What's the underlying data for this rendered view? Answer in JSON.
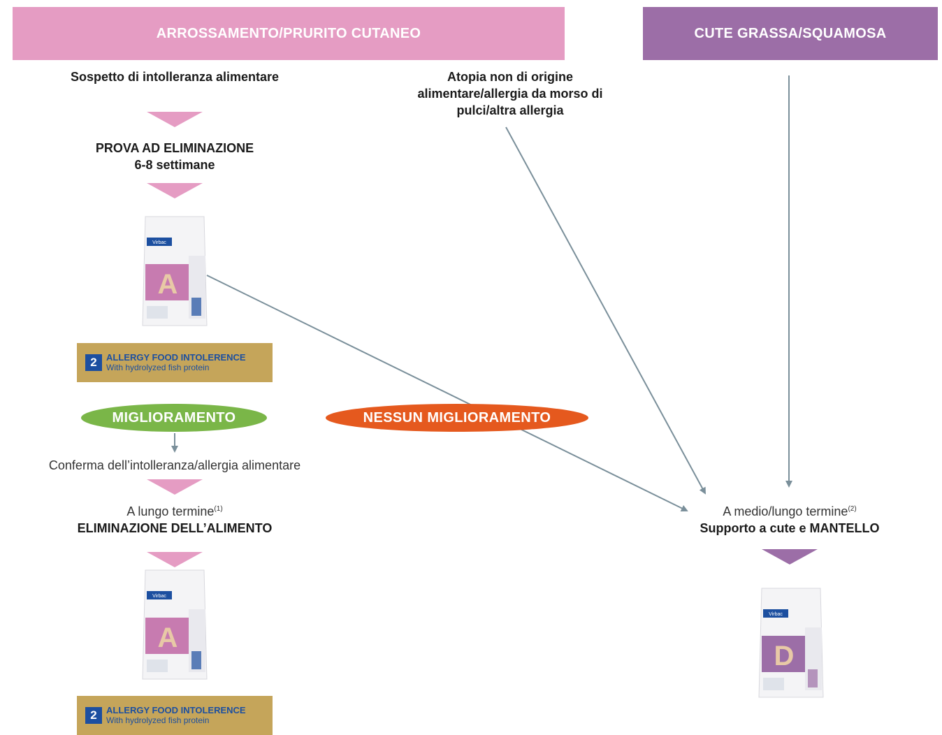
{
  "headers": {
    "left": "ARROSSAMENTO/PRURITO CUTANEO",
    "right": "CUTE GRASSA/SQUAMOSA"
  },
  "left_column": {
    "suspect": "Sospetto di intolleranza alimentare",
    "trial_title": "PROVA AD ELIMINAZIONE",
    "trial_duration": "6-8 settimane",
    "product_badge": {
      "number": "2",
      "name": "ALLERGY FOOD INTOLERENCE",
      "subtitle": "With hydrolyzed fish protein"
    },
    "improvement_label": "MIGLIORAMENTO",
    "confirmation": "Conferma dell’intolleranza/allergia alimentare",
    "long_term_label": "A lungo termine",
    "long_term_note": "(1)",
    "elimination": "ELIMINAZIONE DELL’ALIMENTO",
    "product_badge_bottom": {
      "number": "2",
      "name": "ALLERGY FOOD INTOLERENCE",
      "subtitle": "With hydrolyzed fish protein"
    }
  },
  "middle": {
    "atopy": "Atopia non di origine alimentare/allergia da morso di pulci/altra allergia",
    "no_improvement_label": "NESSUN MIGLIORAMENTO"
  },
  "right_column": {
    "medium_term_label": "A medio/lungo termine",
    "medium_term_note": "(2)",
    "support": "Supporto a cute e MANTELLO"
  },
  "products": {
    "bag_a_letter": "A",
    "bag_d_letter": "D",
    "brand": "Virbac"
  },
  "colors": {
    "pink": "#e59cc3",
    "purple": "#9c6ea7",
    "green": "#7ab648",
    "orange": "#e5591e",
    "badge_gold": "#c5a55a",
    "badge_blue": "#1c4fa0",
    "arrow": "#7a8f9a"
  }
}
